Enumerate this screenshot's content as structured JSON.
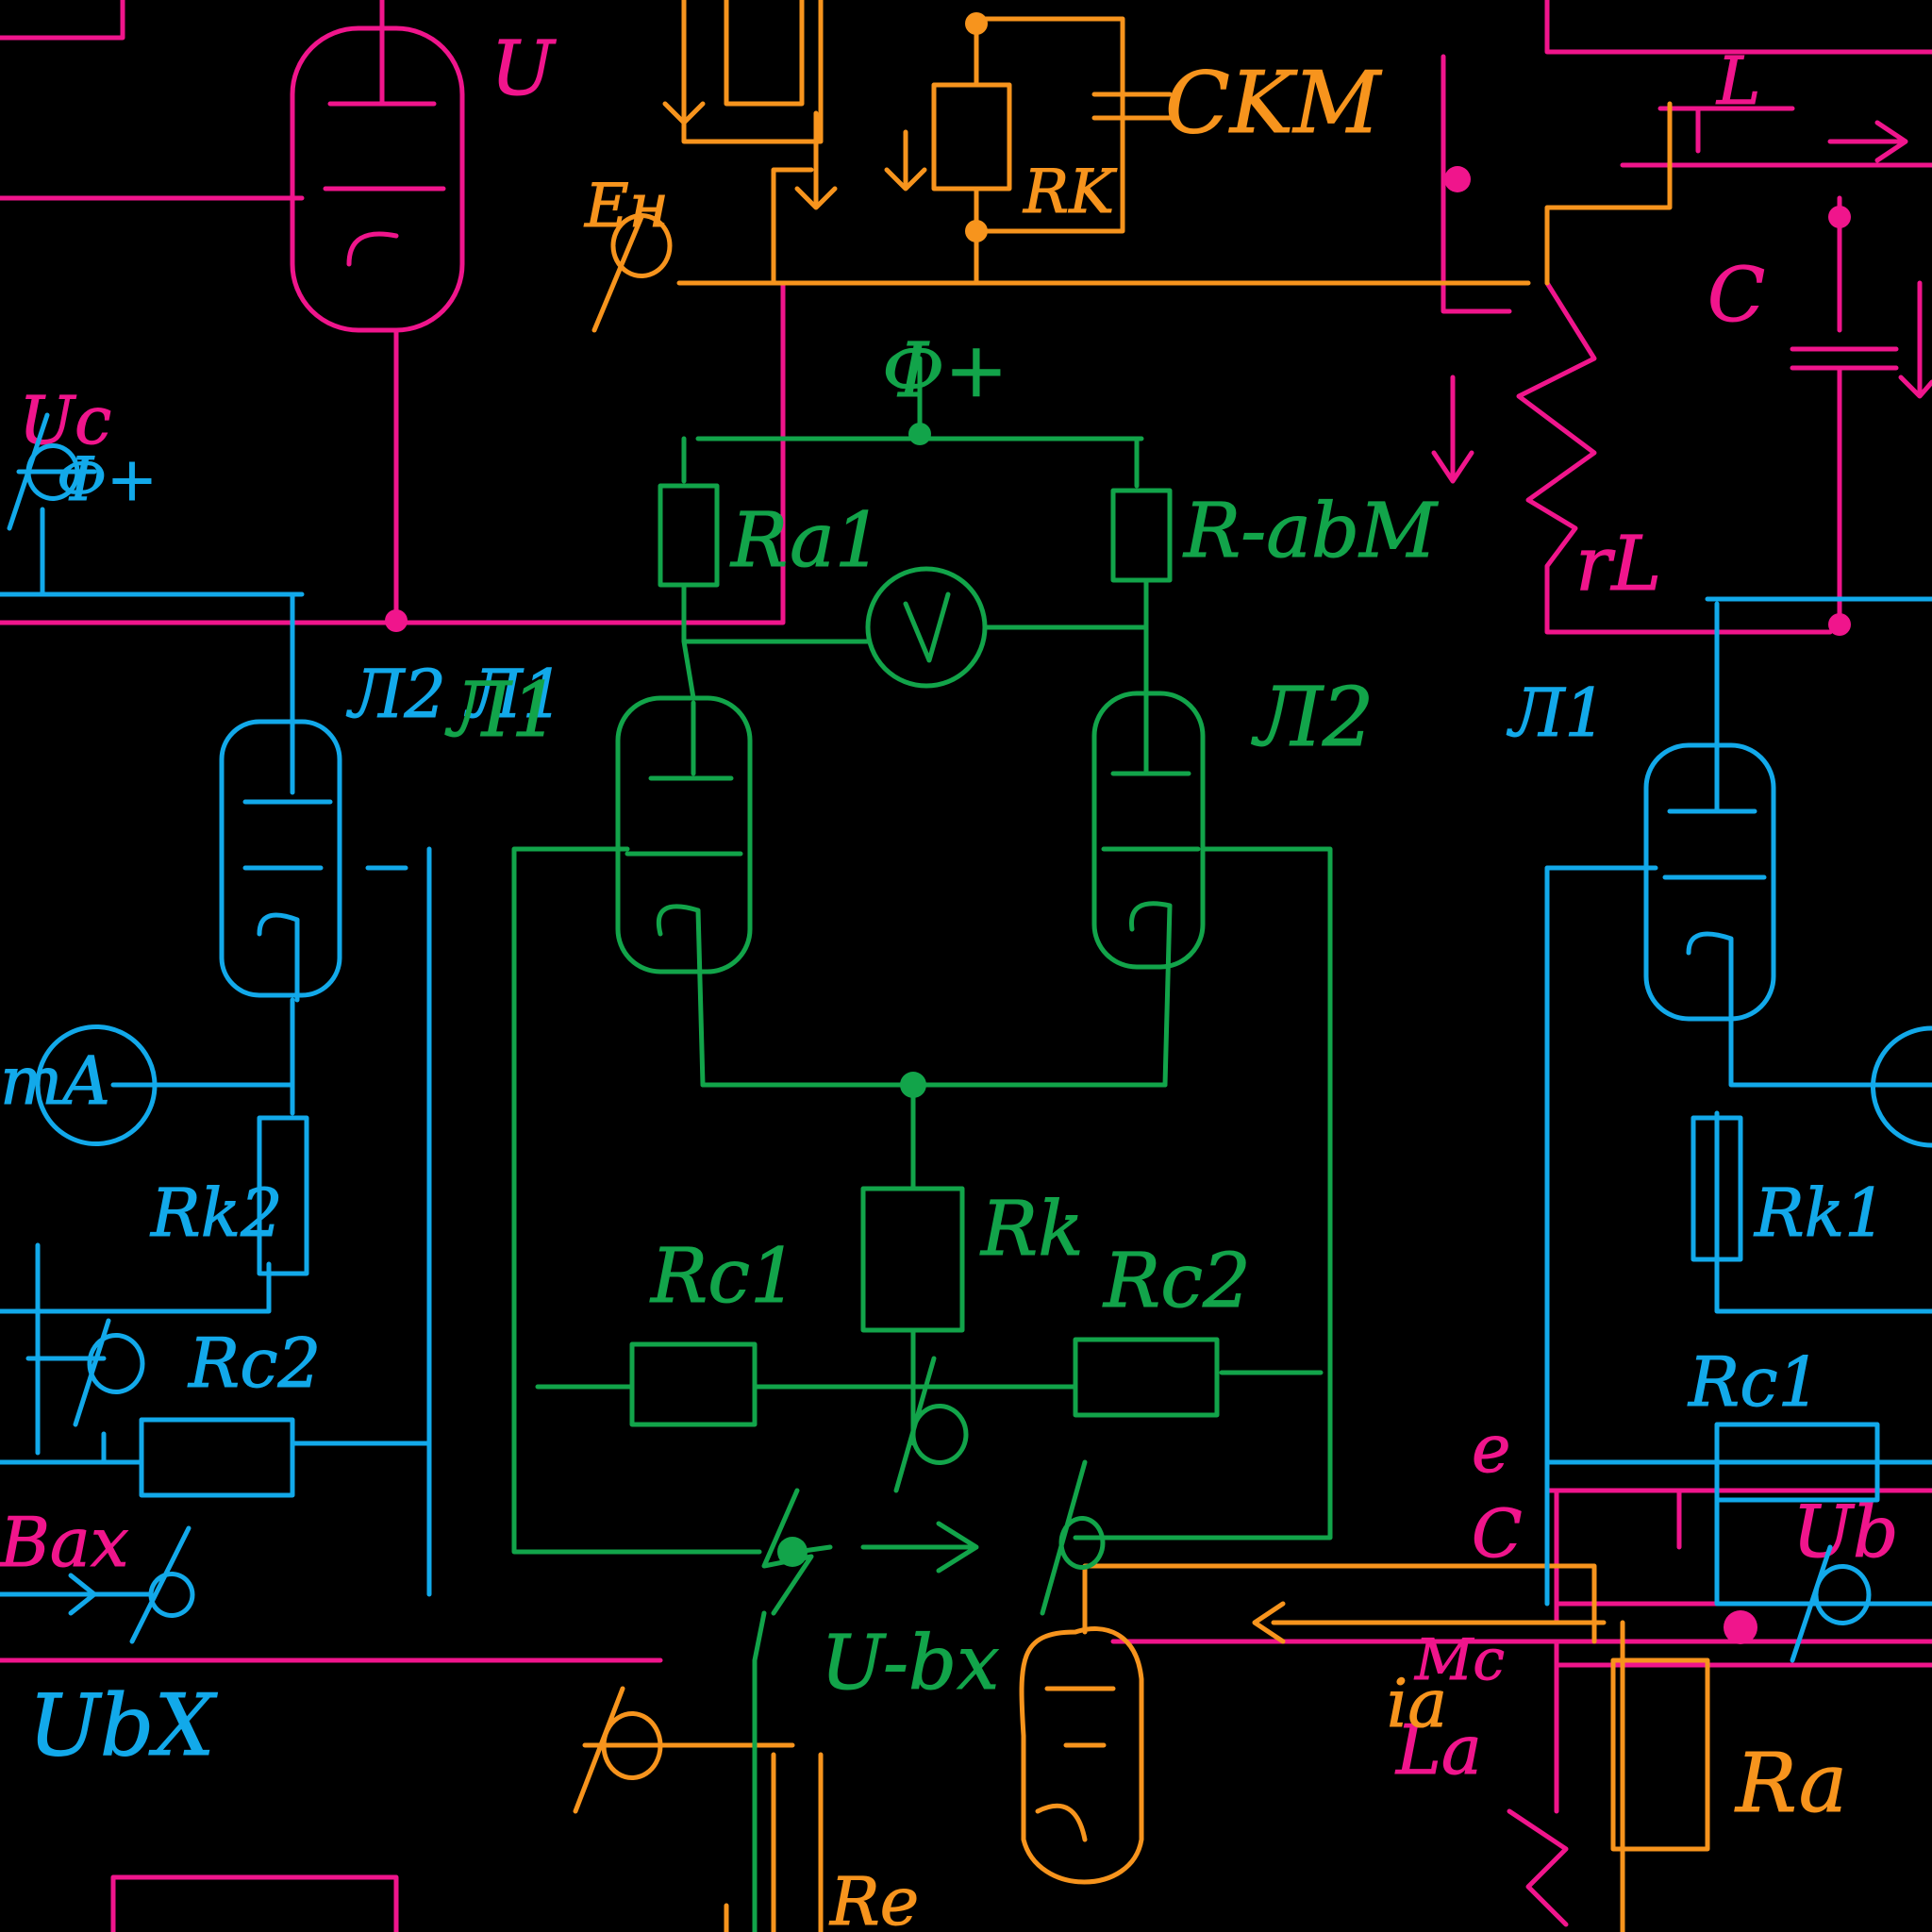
{
  "colors": {
    "background": "#000000",
    "green": "#12a44a",
    "blue": "#12a9ea",
    "magenta": "#f0158c",
    "orange": "#f7941d"
  },
  "labels": {
    "phi_plus": "Ф+",
    "r_a1": "Ra1",
    "r_abm": "R-abM",
    "l1_green": "Л1",
    "l2_green": "Л2",
    "rk_green": "Rk",
    "rc1_green": "Rc1",
    "rc2_green": "Rc2",
    "u_bx_green": "U-bx",
    "l2_l1_blue": "Л2 Л1",
    "l1_blue_right": "Л1",
    "ma_left": "mA",
    "rk2_blue": "Rk2",
    "rc2_blue": "Rc2",
    "u_bx_blue": "UbX",
    "uc_plus": "Uc",
    "phi_plus_blue": "Ф+",
    "rk1_blue": "Rk1",
    "rc1_blue": "Rc1",
    "bax_magenta": "Bax",
    "u_magenta_top": "U",
    "c_magenta": "C",
    "rl_magenta": "rL",
    "l_magenta": "L",
    "e_magenta": "e",
    "c_magenta_low": "C",
    "mc_magenta": "Mc",
    "la_magenta": "La",
    "ub_magenta": "Ub",
    "ckm_orange": "CKM",
    "rk_orange": "RK",
    "en_orange": "Eн",
    "ra_orange": "Ra",
    "re_orange": "Re",
    "ia_orange": "ia"
  }
}
